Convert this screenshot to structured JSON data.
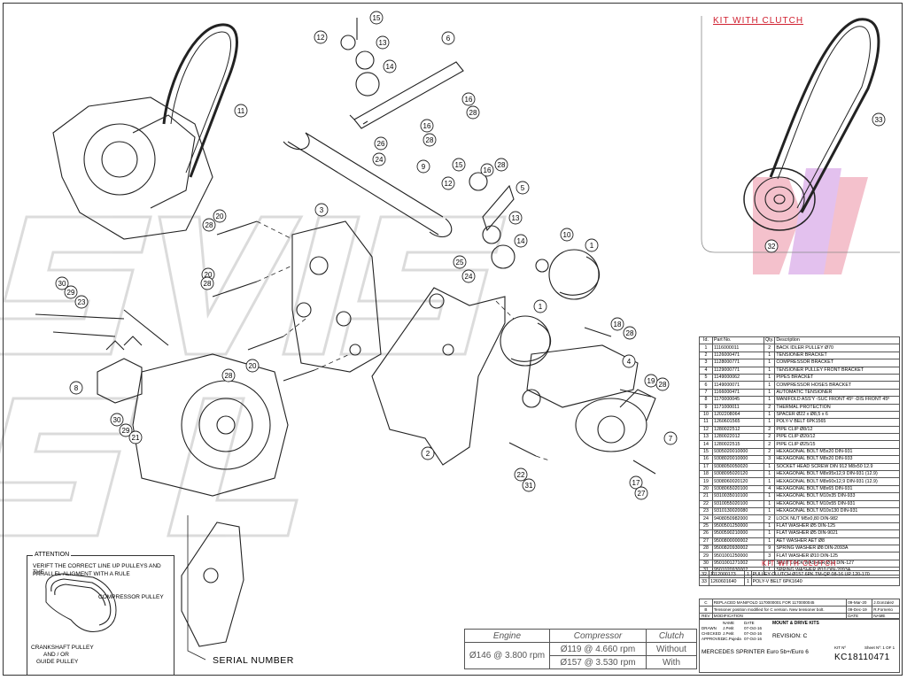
{
  "kit_title": "KIT WITH CLUTCH",
  "callouts": [
    {
      "n": "15"
    },
    {
      "n": "12"
    },
    {
      "n": "13"
    },
    {
      "n": "14"
    },
    {
      "n": "6"
    },
    {
      "n": "11"
    },
    {
      "n": "16"
    },
    {
      "n": "28"
    },
    {
      "n": "16"
    },
    {
      "n": "28"
    },
    {
      "n": "26"
    },
    {
      "n": "24"
    },
    {
      "n": "9"
    },
    {
      "n": "15"
    },
    {
      "n": "16"
    },
    {
      "n": "28"
    },
    {
      "n": "12"
    },
    {
      "n": "5"
    },
    {
      "n": "13"
    },
    {
      "n": "14"
    },
    {
      "n": "25"
    },
    {
      "n": "24"
    },
    {
      "n": "3"
    },
    {
      "n": "20"
    },
    {
      "n": "28"
    },
    {
      "n": "10"
    },
    {
      "n": "1"
    },
    {
      "n": "1"
    },
    {
      "n": "30"
    },
    {
      "n": "29"
    },
    {
      "n": "23"
    },
    {
      "n": "20"
    },
    {
      "n": "28"
    },
    {
      "n": "18"
    },
    {
      "n": "28"
    },
    {
      "n": "4"
    },
    {
      "n": "19"
    },
    {
      "n": "28"
    },
    {
      "n": "8"
    },
    {
      "n": "20"
    },
    {
      "n": "28"
    },
    {
      "n": "30"
    },
    {
      "n": "29"
    },
    {
      "n": "21"
    },
    {
      "n": "7"
    },
    {
      "n": "2"
    },
    {
      "n": "22"
    },
    {
      "n": "31"
    },
    {
      "n": "17"
    },
    {
      "n": "27"
    },
    {
      "n": "33"
    },
    {
      "n": "32"
    }
  ],
  "parts_header": {
    "id": "Id.",
    "part_no": "Part No.",
    "qty": "Qty.",
    "desc": "Description"
  },
  "parts": [
    {
      "id": "1",
      "pn": "1116000011",
      "q": "2",
      "d": "BACK IDLER PULLEY Ø70"
    },
    {
      "id": "2",
      "pn": "1126000471",
      "q": "1",
      "d": "TENSIONER BRACKET"
    },
    {
      "id": "3",
      "pn": "1128000771",
      "q": "1",
      "d": "COMPRESSOR BRACKET"
    },
    {
      "id": "4",
      "pn": "1129000771",
      "q": "1",
      "d": "TENSIONER PULLEY FRONT BRACKET"
    },
    {
      "id": "5",
      "pn": "1149000062",
      "q": "1",
      "d": "PIPES BRACKET"
    },
    {
      "id": "6",
      "pn": "1149000071",
      "q": "1",
      "d": "COMPRESSOR HOSES BRACKET"
    },
    {
      "id": "7",
      "pn": "1166000471",
      "q": "1",
      "d": "AUTOMATIC TENSIONER"
    },
    {
      "id": "8",
      "pn": "1170000045",
      "q": "1",
      "d": "MANIFOLD ASS'Y -SUC FRONT 45º -DIS FRONT 45º"
    },
    {
      "id": "9",
      "pn": "1171000011",
      "q": "2",
      "d": "THERMAL PROTECTION"
    },
    {
      "id": "10",
      "pn": "1202208064",
      "q": "1",
      "d": "SPACER Ø22 x Ø8,5 x 6"
    },
    {
      "id": "11",
      "pn": "1260601565",
      "q": "1",
      "d": "POLY-V BELT 6PK1565"
    },
    {
      "id": "12",
      "pn": "1280022512",
      "q": "2",
      "d": "PIPE CLIP Ø8/12"
    },
    {
      "id": "13",
      "pn": "1280022012",
      "q": "2",
      "d": "PIPE CLIP Ø20/12"
    },
    {
      "id": "14",
      "pn": "1280022515",
      "q": "2",
      "d": "PIPE CLIP Ø25/15"
    },
    {
      "id": "15",
      "pn": "9305020010000",
      "q": "2",
      "d": "HEXAGONAL BOLT M5x20 DIN-931"
    },
    {
      "id": "16",
      "pn": "9308020010000",
      "q": "3",
      "d": "HEXAGONAL BOLT M8x20 DIN-933"
    },
    {
      "id": "17",
      "pn": "9308050050020",
      "q": "1",
      "d": "SOCKET HEAD SCREW DIN 912 M8x50 12.9"
    },
    {
      "id": "18",
      "pn": "9308095020120",
      "q": "1",
      "d": "HEXAGONAL BOLT M8x95x12,9 DIN-931   (12.9)"
    },
    {
      "id": "19",
      "pn": "9308060020120",
      "q": "1",
      "d": "HEXAGONAL BOLT M8x60x12,9 DIN-931   (12.9)"
    },
    {
      "id": "20",
      "pn": "9308065020100",
      "q": "4",
      "d": "HEXAGONAL BOLT M8x65 DIN-931"
    },
    {
      "id": "21",
      "pn": "9310035010100",
      "q": "1",
      "d": "HEXAGONAL BOLT M10x35 DIN-933"
    },
    {
      "id": "22",
      "pn": "9310055020100",
      "q": "1",
      "d": "HEXAGONAL BOLT M10x55 DIN-931"
    },
    {
      "id": "23",
      "pn": "9310130020080",
      "q": "1",
      "d": "HEXAGONAL BOLT M10x130 DIN-931"
    },
    {
      "id": "24",
      "pn": "9408050982000",
      "q": "2",
      "d": "LOCK NUT M5x0,80 DIN-982"
    },
    {
      "id": "25",
      "pn": "9500501250000",
      "q": "1",
      "d": "FLAT WASHER Ø5 DIN-125"
    },
    {
      "id": "26",
      "pn": "9500590210000",
      "q": "1",
      "d": "FLAT WASHER Ø5 DIN-9021"
    },
    {
      "id": "27",
      "pn": "9500800000002",
      "q": "1",
      "d": "AET WASHER AET Ø8"
    },
    {
      "id": "28",
      "pn": "9500820930002",
      "q": "9",
      "d": "SPRING WASHER Ø8 DIN-2093A"
    },
    {
      "id": "29",
      "pn": "9501001250000",
      "q": "3",
      "d": "FLAT WASHER Ø10 DIN-125"
    },
    {
      "id": "30",
      "pn": "9501001271002",
      "q": "3",
      "d": "SPLIT LOCK WASHER Ø10 DIN-127"
    },
    {
      "id": "31",
      "pn": "9501020930002",
      "q": "1",
      "d": "SPRING WASHER Ø10 DIN-2093A"
    }
  ],
  "kit_clutch_label": "KIT WITH CLUTCH",
  "kit_parts": [
    {
      "id": "32",
      "pn": "1112000173",
      "q": "1",
      "d": "PULLEY CLUTCH Ø157 6PK TM-QP 08-16 UP 120-170"
    },
    {
      "id": "33",
      "pn": "1260601640",
      "q": "1",
      "d": "POLY-V BELT 6PK1640"
    }
  ],
  "modifications": [
    {
      "rev": "C",
      "text": "REPLACED MANIFOLD 1170000001 FOR 1170000045",
      "date": "09-Mar-20",
      "name": "J.Gonzalez"
    },
    {
      "rev": "B",
      "text": "Tensioner position modified for C version. New tensioner bolt.",
      "date": "09-Dec-19",
      "name": "R.Fornerio"
    },
    {
      "rev": "REV",
      "text": "MODIFICATION",
      "date": "DATE",
      "name": "NAME"
    }
  ],
  "title_block": {
    "drawn_label": "DRAWN",
    "drawn_name": "J.Petit",
    "drawn_date": "07-Oct-16",
    "checked_label": "CHECKED",
    "checked_name": "J.Petit",
    "checked_date": "07-Oct-16",
    "approved_label": "APPROVED",
    "approved_name": "JC.Pujeda",
    "approved_date": "07-Oct-16",
    "name_label": "NAME",
    "date_label": "DATE",
    "section": "MOUNT & DRIVE KITS",
    "revision": "REVISION:  C",
    "vehicle": "MERCEDES SPRINTER Euro 5b+/Euro 6",
    "kit_label": "KIT Nº",
    "kit_no": "KC18110471",
    "sheet": "Sheet Nº: 1 OF 1"
  },
  "engine_table": {
    "headers": [
      "Engine",
      "Compressor",
      "Clutch"
    ],
    "engine": "Ø146 @ 3.800 rpm",
    "rows": [
      {
        "comp": "Ø119 @ 4.660 rpm",
        "clutch": "Without"
      },
      {
        "comp": "Ø157 @ 3.530 rpm",
        "clutch": "With"
      }
    ]
  },
  "attention": {
    "title": "ATTENTION",
    "line1": "VERIFT THE CORRECT LINE UP PULLEYS AND THE",
    "line2": "PARALLEL ALIGMENT WITH A RULE",
    "compressor": "COMPRESSOR PULLEY",
    "crank1": "CRANKSHAFT PULLEY",
    "crank2": "AND / OR",
    "crank3": "GUIDE PULLEY"
  },
  "serial_label": "SERIAL NUMBER"
}
